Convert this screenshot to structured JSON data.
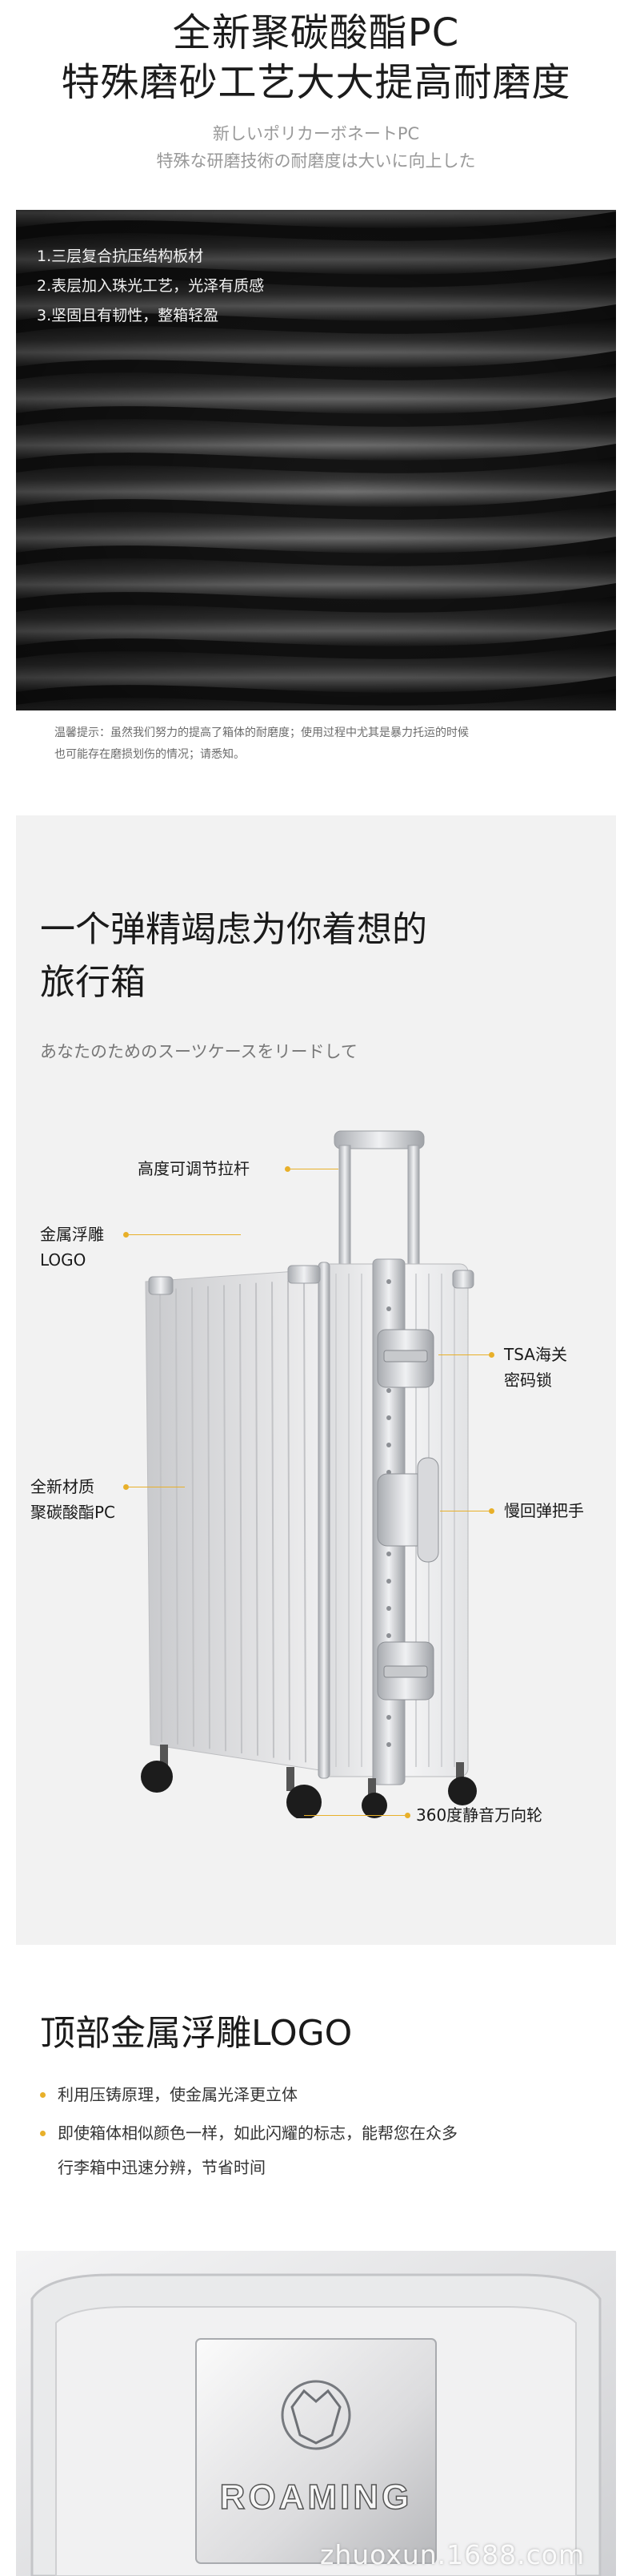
{
  "section1": {
    "title_line1": "全新聚碳酸酯PC",
    "title_line2": "特殊磨砂工艺大大提高耐磨度",
    "subtitle_jp_line1": "新しいポリカーボネートPC",
    "subtitle_jp_line2": "特殊な研磨技術の耐磨度は大いに向上した",
    "features": [
      "1.三层复合抗压结构板材",
      "2.表层加入珠光工艺，光泽有质感",
      "3.坚固且有韧性，整箱轻盈"
    ],
    "note_line1": "温馨提示：虽然我们努力的提高了箱体的耐磨度；使用过程中尤其是暴力托运的时候",
    "note_line2": "也可能存在磨损划伤的情况；请悉知。"
  },
  "section2": {
    "title_line1": "一个弹精竭虑为你着想的",
    "title_line2": "旅行箱",
    "subtitle_jp": "あなたのためのスーツケースをリードして",
    "callouts": {
      "handle": "高度可调节拉杆",
      "logo_line1": "金属浮雕",
      "logo_line2": "LOGO",
      "lock_line1": "TSA海关",
      "lock_line2": "密码锁",
      "material_line1": "全新材质",
      "material_line2": "聚碳酸酯PC",
      "grip": "慢回弹把手",
      "wheels": "360度静音万向轮"
    }
  },
  "section3": {
    "title": "顶部金属浮雕LOGO",
    "bullets": [
      "利用压铸原理，使金属光泽更立体",
      "即使箱体相似颜色一样，如此闪耀的标志，能帮您在众多",
      "行李箱中迅速分辨，节省时间"
    ],
    "brand_logo_text": "ROAMING",
    "watermark": "zhuoxun.1688.com"
  },
  "colors": {
    "accent": "#e8b02a",
    "dark_panel": "#1b1b1b",
    "light_panel": "#f2f2f2"
  }
}
